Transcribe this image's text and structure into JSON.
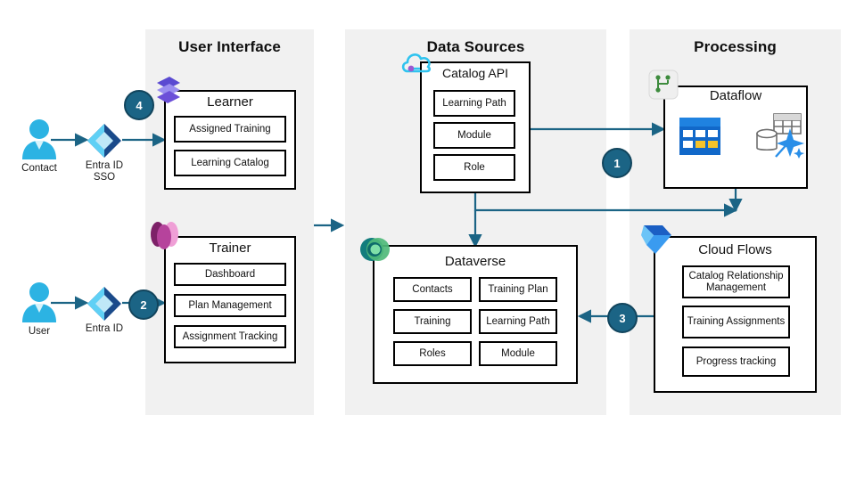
{
  "panels": [
    {
      "title": "User Interface"
    },
    {
      "title": "Data Sources"
    },
    {
      "title": "Processing"
    }
  ],
  "actors": [
    {
      "name": "Contact",
      "auth": "Entra ID\nSSO",
      "auth_line1": "Entra ID",
      "auth_line2": "SSO"
    },
    {
      "name": "User",
      "auth_line1": "Entra ID",
      "auth_line2": ""
    }
  ],
  "cards": {
    "learner": {
      "title": "Learner",
      "items": [
        "Assigned Training",
        "Learning Catalog"
      ]
    },
    "trainer": {
      "title": "Trainer",
      "items": [
        "Dashboard",
        "Plan Management",
        "Assignment Tracking"
      ]
    },
    "catalog": {
      "title": "Catalog API",
      "items": [
        "Learning Path",
        "Module",
        "Role"
      ]
    },
    "dataflow": {
      "title": "Dataflow",
      "items": []
    },
    "dataverse": {
      "title": "Dataverse",
      "items": [
        "Contacts",
        "Training Plan",
        "Training",
        "Learning Path",
        "Roles",
        "Module"
      ]
    },
    "cloudflows": {
      "title": "Cloud Flows",
      "items": [
        "Catalog Relationship Management",
        "Training Assignments",
        "Progress tracking"
      ]
    }
  },
  "badges": [
    {
      "label": "1"
    },
    {
      "label": "2"
    },
    {
      "label": "3"
    },
    {
      "label": "4"
    }
  ],
  "colors": {
    "panel_bg": "#f1f1f1",
    "badge_fill": "#1b6485",
    "badge_ring": "#12455d",
    "connector": "#1b6485",
    "person": "#2cb3e3",
    "entra_light": "#5fd0f5",
    "entra_dark": "#1a4a8a",
    "viva_purple": "#6b4fd8",
    "power_magenta": "#a9318f",
    "dataverse_green": "#1d8f7a",
    "power_automate_blue": "#0b66d0",
    "cloud_cyan": "#2fc3ef",
    "dataflow_green": "#3d8b3d"
  }
}
